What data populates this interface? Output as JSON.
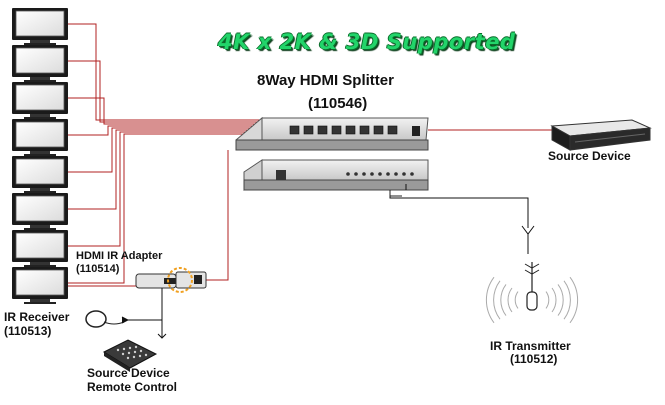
{
  "headline": "4K x 2K & 3D Supported",
  "splitter": {
    "name": "8Way HDMI Splitter",
    "model": "(110546)"
  },
  "source_device": {
    "label": "Source Device"
  },
  "ir_adapter": {
    "name": "HDMI IR Adapter",
    "model": "(110514)"
  },
  "ir_receiver": {
    "name": "IR Receiver",
    "model": "(110513)"
  },
  "remote": {
    "line1": "Source Device",
    "line2": "Remote Control"
  },
  "ir_transmitter": {
    "name": "IR Transmitter",
    "model": "(110512)"
  },
  "monitor_count": 8,
  "colors": {
    "cable": "#b02020",
    "headline": "#22d46a",
    "headline_outline": "#0a6a2a",
    "ir_highlight": "#f0a020"
  }
}
